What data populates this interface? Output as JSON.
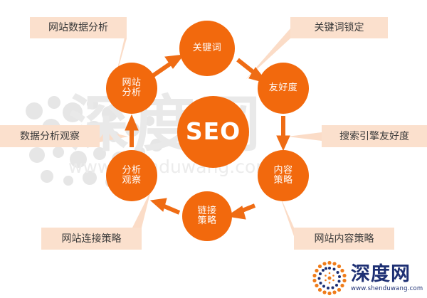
{
  "diagram": {
    "title": "SEO",
    "center_node": {
      "label": "SEO"
    },
    "nodes": [
      {
        "id": "keyword",
        "label_line1": "关键词",
        "label_line2": ""
      },
      {
        "id": "friendliness",
        "label_line1": "友好度",
        "label_line2": ""
      },
      {
        "id": "content",
        "label_line1": "内容",
        "label_line2": "策略"
      },
      {
        "id": "link",
        "label_line1": "链接",
        "label_line2": "策略"
      },
      {
        "id": "observe",
        "label_line1": "分析",
        "label_line2": "观察"
      },
      {
        "id": "webanalysis",
        "label_line1": "网站",
        "label_line2": "分析"
      }
    ],
    "callouts": [
      {
        "id": "top-left",
        "label": "网站数据分析"
      },
      {
        "id": "top-right",
        "label": "关键词锁定"
      },
      {
        "id": "left",
        "label": "数据分析观察"
      },
      {
        "id": "right",
        "label": "搜索引擎友好度"
      },
      {
        "id": "bottom-left",
        "label": "网站连接策略"
      },
      {
        "id": "bottom-right",
        "label": "网站内容策略"
      }
    ],
    "colors": {
      "node_orange": "#f2690d",
      "callout_peach": "#fbe0cd",
      "arrow_orange": "#ef6c14",
      "leader_peach": "#fbdcc7",
      "node_text": "#ffffff",
      "callout_text": "#3a3a3a",
      "watermark_grey": "#e9e9e9",
      "logo_navy": "#1d2f73",
      "logo_orange": "#ef7c1a",
      "background": "#ffffff"
    }
  },
  "watermark": {
    "brand": "深度网",
    "url": "www.shenduwang.com"
  },
  "logo": {
    "brand": "深度网",
    "url": "www.shenduwang.com"
  }
}
